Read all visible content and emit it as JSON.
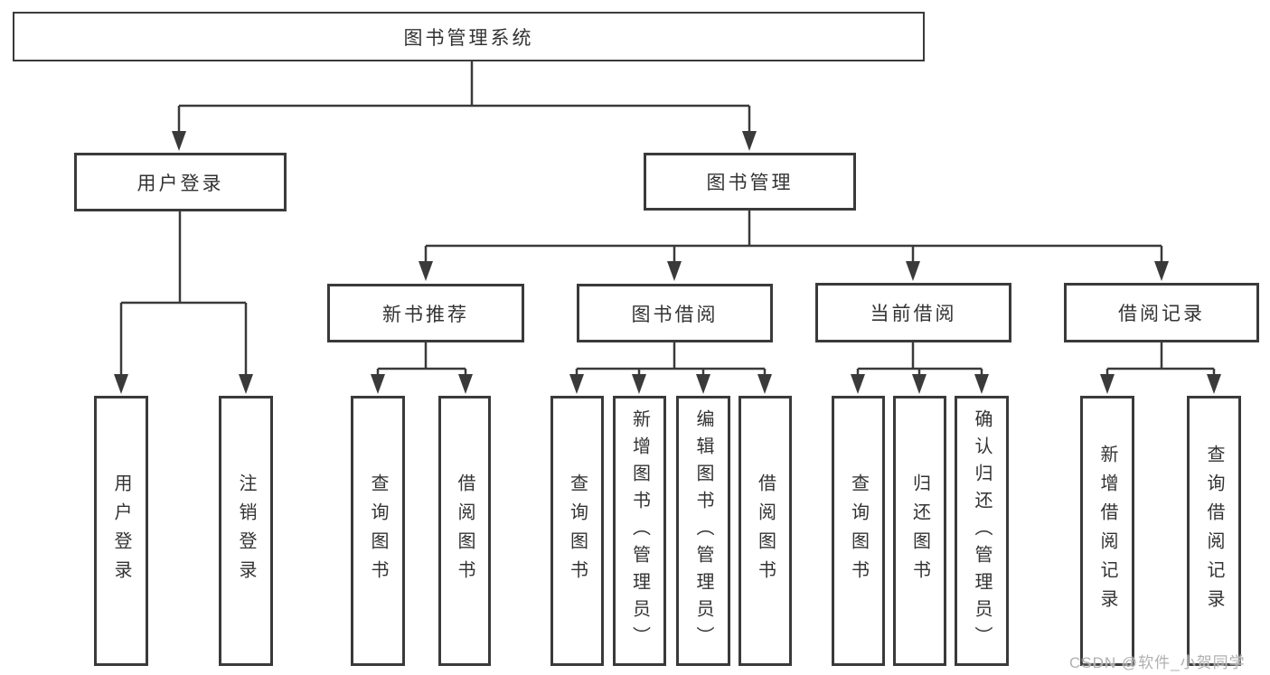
{
  "diagram": {
    "title": "图书管理系统",
    "tree": {
      "root": "图书管理系统",
      "children": [
        {
          "label": "用户登录",
          "children": [
            "用户登录",
            "注销登录"
          ]
        },
        {
          "label": "图书管理",
          "children": [
            {
              "label": "新书推荐",
              "children": [
                "查询图书",
                "借阅图书"
              ]
            },
            {
              "label": "图书借阅",
              "children": [
                "查询图书",
                "新增图书（管理员）",
                "编辑图书（管理员）",
                "借阅图书"
              ]
            },
            {
              "label": "当前借阅",
              "children": [
                "查询图书",
                "归还图书",
                "确认归还（管理员）"
              ]
            },
            {
              "label": "借阅记录",
              "children": [
                "新增借阅记录",
                "查询借阅记录"
              ]
            }
          ]
        }
      ]
    },
    "colors": {
      "line": "#3a3a3a",
      "text": "#333333",
      "background": "#ffffff",
      "watermark": "#b0b0b0"
    }
  },
  "watermark": "CSDN @软件_小贺同学"
}
